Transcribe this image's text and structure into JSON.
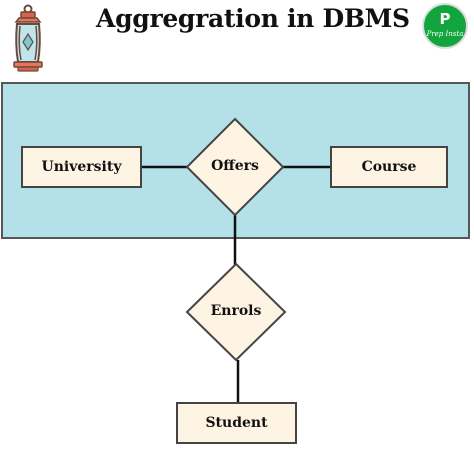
{
  "header": {
    "title": "Aggregration in DBMS",
    "logo_letter": "P",
    "logo_text": "Prep Insta"
  },
  "diagram": {
    "entities": [
      "University",
      "Course",
      "Student"
    ],
    "relationships": [
      "Offers",
      "Enrols"
    ],
    "aggregation": [
      "University",
      "Offers",
      "Course"
    ]
  },
  "colors": {
    "aggregation_fill": "#b4e0e7",
    "shape_fill": "#fdf4e3",
    "border": "#444444",
    "logo_green": "#12a53e"
  }
}
